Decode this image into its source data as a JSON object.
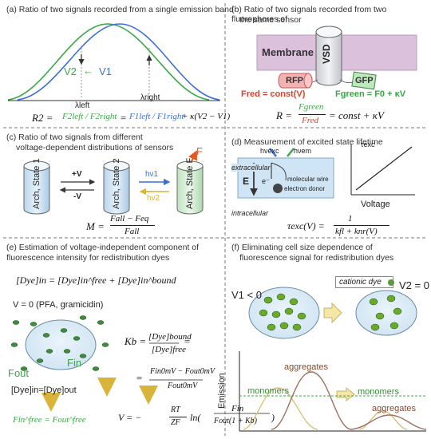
{
  "colors": {
    "green": "#3aa845",
    "blue": "#3b6fd8",
    "red": "#e0402a",
    "orange": "#e35b1c",
    "gold": "#d8b43a",
    "brown": "#8a4a2a",
    "dye": "#3f8a3f"
  },
  "panel_a": {
    "title": "(a) Ratio of two signals recorded from a single emission band",
    "v2": "V2",
    "arrow": "←",
    "v1": "V1",
    "lambda_left": "λleft",
    "lambda_right": "λright",
    "eq_lhs": "R2 =",
    "eq_f2": "F2left / F2right",
    "eq_eq": "=",
    "eq_f1": "F1left / F1right",
    "eq_rest": "+ κ(V2 − V1)"
  },
  "panel_b": {
    "title_line1": "(b) Ratio of two signals recorded from two fluorophores of",
    "title_line2": "the same sensor",
    "membrane": "Membrane",
    "vsd": "VSD",
    "rfp": "RFP",
    "gfp": "GFP",
    "fred": "Fred = const(V)",
    "fgreen": "Fgreen = F0 + κV",
    "eq_lhs": "R =",
    "eq_num": "Fgreen",
    "eq_den": "Fred",
    "eq_rest": "= const + κV"
  },
  "panel_c": {
    "title_line1": "(c) Ratio of two signals from different",
    "title_line2": "voltage-dependent distributions of sensors",
    "state1": "Arch, State 1",
    "state2": "Arch, State 2",
    "statef": "Arch, State F",
    "plus_v": "+V",
    "minus_v": "-V",
    "hv1": "hν1",
    "hv2": "hν2",
    "f": "F",
    "eq_lhs": "M =",
    "eq_num": "Fall − Feq",
    "eq_den": "Fall"
  },
  "panel_d": {
    "title": "(d) Measurement of excited state lifetime",
    "hvexc": "hνexc",
    "hvem": "hνem",
    "extracellular": "extracellular",
    "intracellular": "intracellular",
    "e_field": "E",
    "electron": "e⁻",
    "molecular_wire": "molecular wire",
    "electron_donor": "electron donor",
    "tau_axis": "τexc",
    "voltage_axis": "Voltage",
    "eq_lhs": "τexc(V) =",
    "eq_num": "1",
    "eq_den": "kfl + knr(V)"
  },
  "panel_e": {
    "title_line1": "(e) Estimation of voltage-independent component of",
    "title_line2": "fluorescence intensity for redistribution dyes",
    "eq1": "[Dye]in = [Dye]in^free + [Dye]in^bound",
    "cond": "V = 0 (PFA, gramicidin)",
    "fin": "Fin",
    "fout": "Fout",
    "equal": "[Dye]in=[Dye]out",
    "free_eq": "Fin^free = Fout^free",
    "kb_lhs": "Kb =",
    "kb_num": "[Dye]bound",
    "kb_den": "[Dye]free",
    "kb_eq": "=",
    "f_eq": "=",
    "f_num": "Fin0mV − Fout0mV",
    "f_den": "Fout0mV",
    "v_lhs": "V = −",
    "v_frac_num": "RT",
    "v_frac_den": "ZF",
    "v_ln": "ln(",
    "v_num": "Fin",
    "v_den": "Fout(1 + Kb)",
    "v_close": ")"
  },
  "panel_f": {
    "title_line1": "(f) Eliminating cell size dependence of",
    "title_line2": "fluorescence signal for redistribution dyes",
    "cationic_dye": "cationic dye",
    "v1": "V1 < 0",
    "v2": "V2 = 0",
    "emission": "Emission",
    "aggregates": "aggregates",
    "monomers": "monomers"
  }
}
